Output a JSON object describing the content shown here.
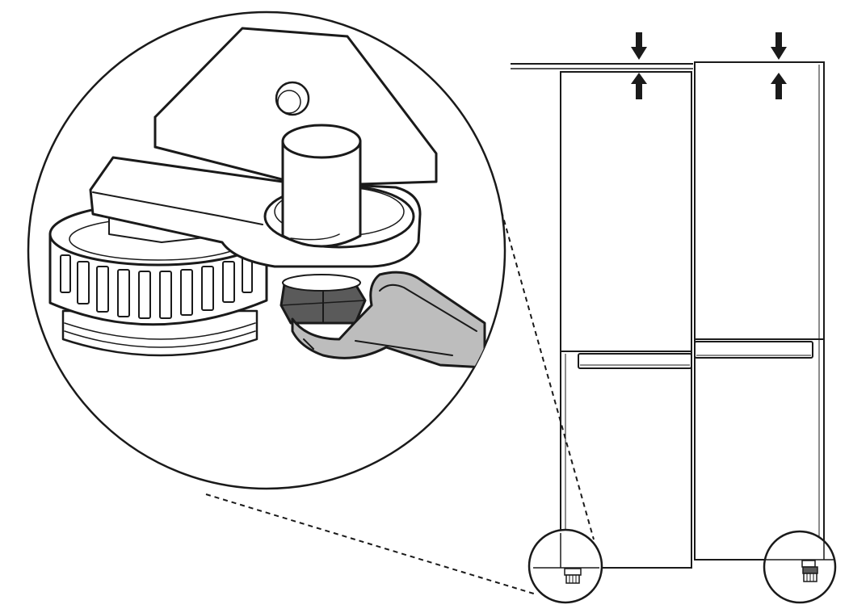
{
  "figure": {
    "colors": {
      "line": "#1a1a1a",
      "part_fill": "#ffffff",
      "nut_fill": "#5a5a5a",
      "wrench_fill": "#bdbdbd",
      "arrow_fill": "#1a1a1a"
    },
    "parts": {
      "magnified_view": "circle",
      "left_door": "door",
      "right_door": "door",
      "adjustable_foot": "foot",
      "hinge_bracket": "bracket",
      "hinge_pin": "pin",
      "adjust_nut": "nut",
      "wrench": "wrench",
      "gap_arrows": "arrow"
    }
  }
}
